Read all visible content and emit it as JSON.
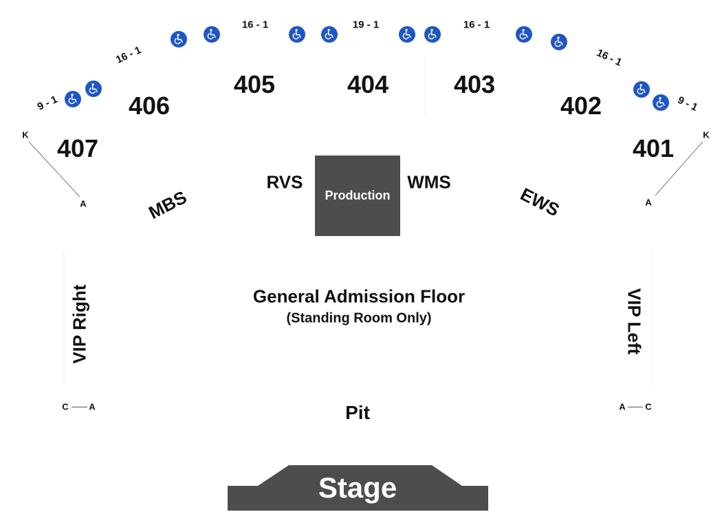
{
  "sections": {
    "s401": "401",
    "s402": "402",
    "s403": "403",
    "s404": "404",
    "s405": "405",
    "s406": "406",
    "s407": "407"
  },
  "rows": {
    "r407": "9 - 1",
    "r406": "16 - 1",
    "r405": "16 - 1",
    "r404": "19 - 1",
    "r403": "16 - 1",
    "r402": "16 - 1",
    "r401": "9 - 1"
  },
  "labels": {
    "rvs": "RVS",
    "wms": "WMS",
    "mbs": "MBS",
    "ews": "EWS",
    "production": "Production",
    "ga_title": "General Admission Floor",
    "ga_subtitle": "(Standing Room Only)",
    "pit": "Pit",
    "stage": "Stage",
    "vip_right": "VIP Right",
    "vip_left": "VIP Left"
  },
  "row_markers": {
    "left_top": "K",
    "left_bottom": "A",
    "right_top": "K",
    "right_bottom": "A",
    "vip_right_c": "C",
    "vip_right_a": "A",
    "vip_left_a": "A",
    "vip_left_c": "C"
  },
  "icons": {
    "wheelchair": "wheelchair-accessible-icon"
  },
  "colors": {
    "accessible_blue": "#1f56c7",
    "block_gray": "#4d4d4d",
    "text": "#111111",
    "background": "#ffffff"
  }
}
